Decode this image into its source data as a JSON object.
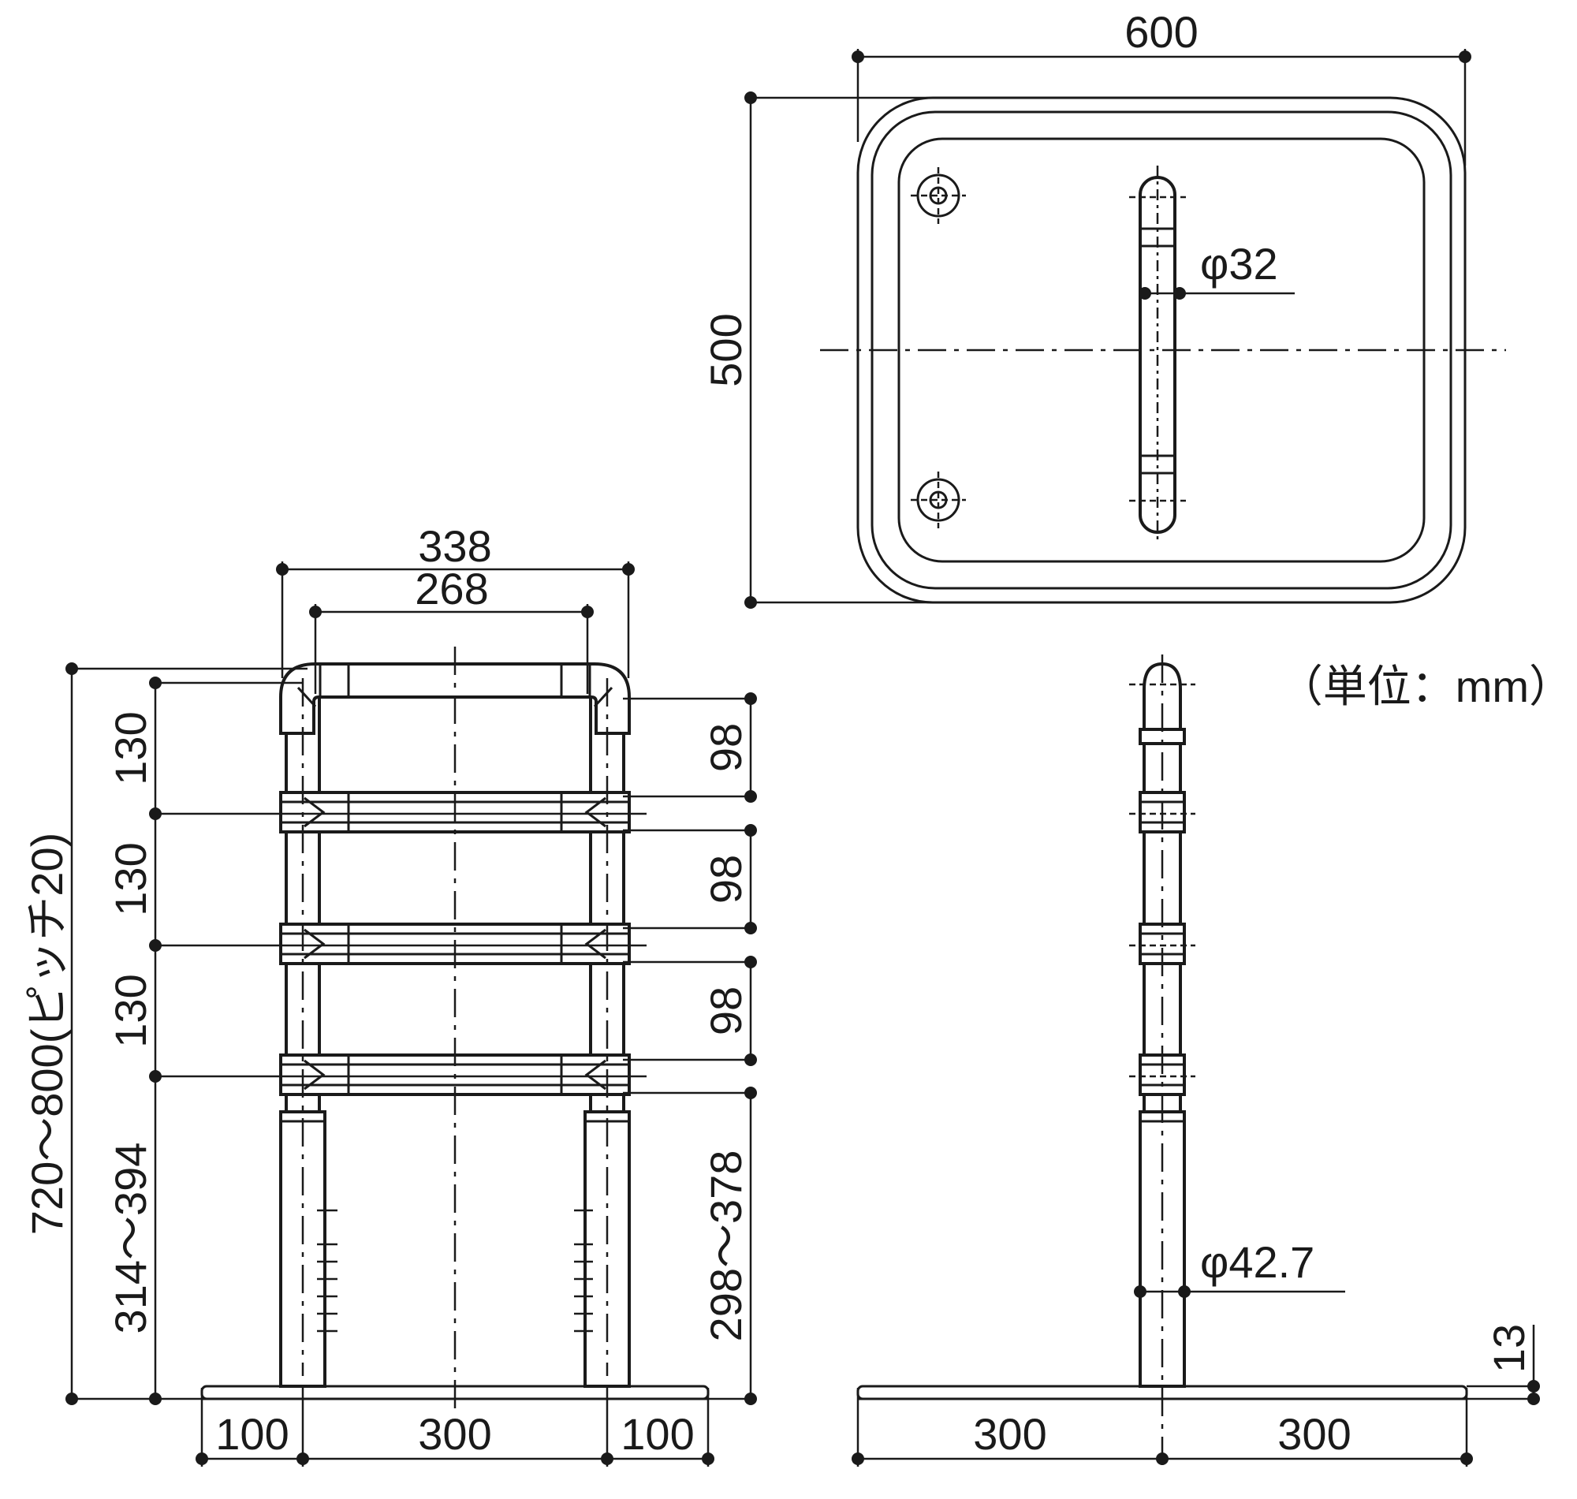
{
  "top_view": {
    "width": "600",
    "depth": "500",
    "rail_diameter": "φ32"
  },
  "front_view": {
    "outer_width": "338",
    "inner_width": "268",
    "total_height": "720～800(ピッチ20)",
    "left_spacing": [
      "130",
      "130",
      "130"
    ],
    "left_lower": "314～394",
    "right_spacing": [
      "98",
      "98",
      "98"
    ],
    "right_lower": "298～378",
    "base_left": "100",
    "base_center": "300",
    "base_right": "100"
  },
  "side_view": {
    "post_diameter": "φ42.7",
    "base_thickness": "13",
    "base_left": "300",
    "base_right": "300"
  },
  "unit_note": "（単位：mm）"
}
